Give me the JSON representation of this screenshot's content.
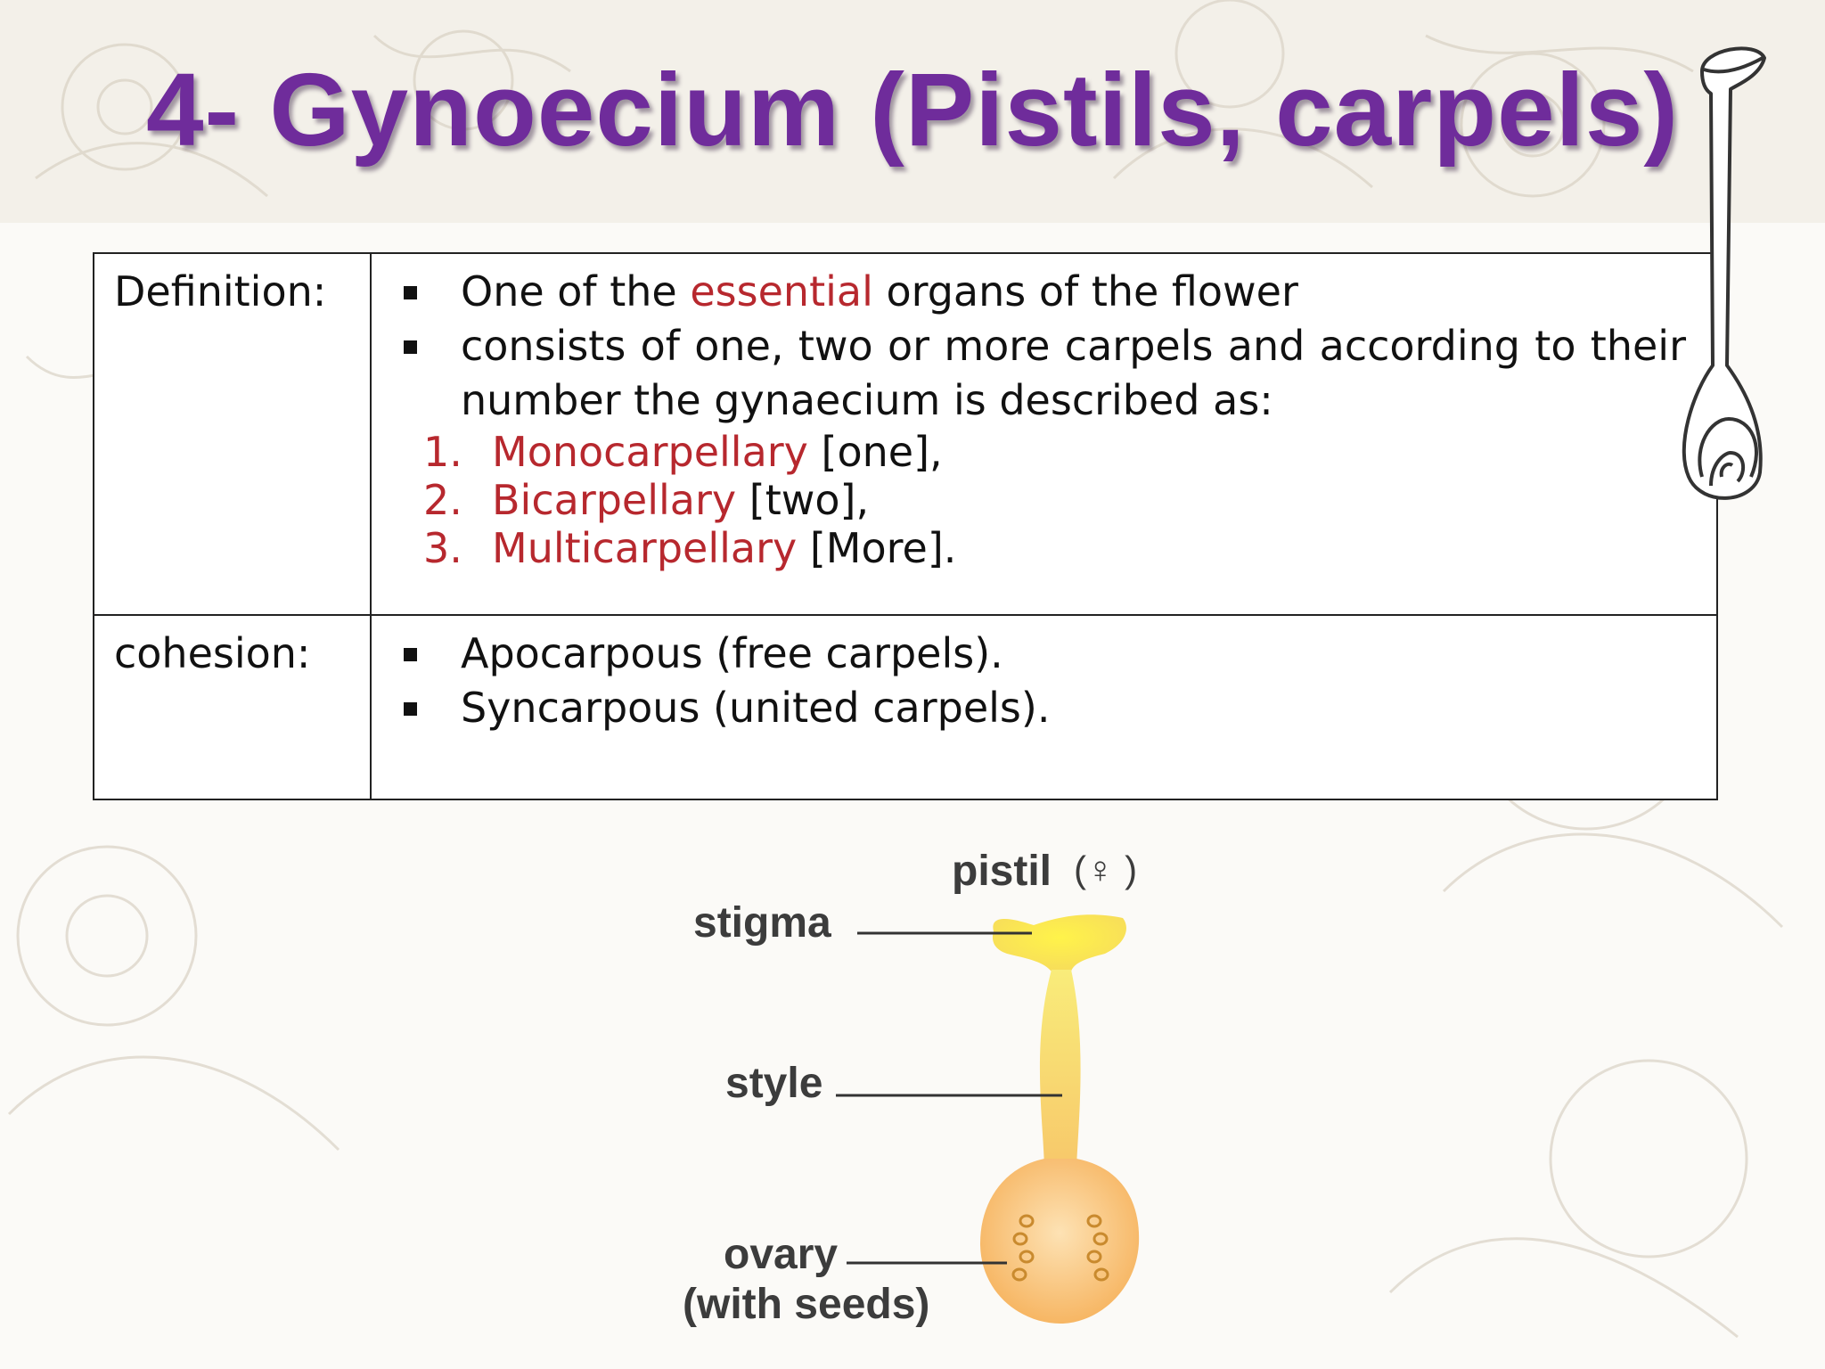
{
  "title": "4- Gynoecium (Pistils, carpels)",
  "colors": {
    "title": "#6f2c9b",
    "highlight": "#b7282e"
  },
  "table": {
    "definition": {
      "label": "Definition:",
      "bullet1": {
        "before": "One of the",
        "highlight": "essential",
        "after": "organs of the flower"
      },
      "bullet2": "consists of one, two or more carpels and according to their number the gynaecium is  described as:",
      "types": [
        {
          "num": "1.",
          "term": "Monocarpellary",
          "note": "[one],"
        },
        {
          "num": "2.",
          "term": "Bicarpellary",
          "note": "[two],"
        },
        {
          "num": "3.",
          "term": "Multicarpellary",
          "note": "[More]."
        }
      ]
    },
    "cohesion": {
      "label": "cohesion:",
      "items": [
        "Apocarpous (free carpels).",
        "Syncarpous (united carpels)."
      ]
    }
  },
  "diagram": {
    "pistil": "pistil",
    "symbol": "(♀ )",
    "stigma": "stigma",
    "style": "style",
    "ovary": "ovary",
    "seeds": "(with seeds)"
  }
}
